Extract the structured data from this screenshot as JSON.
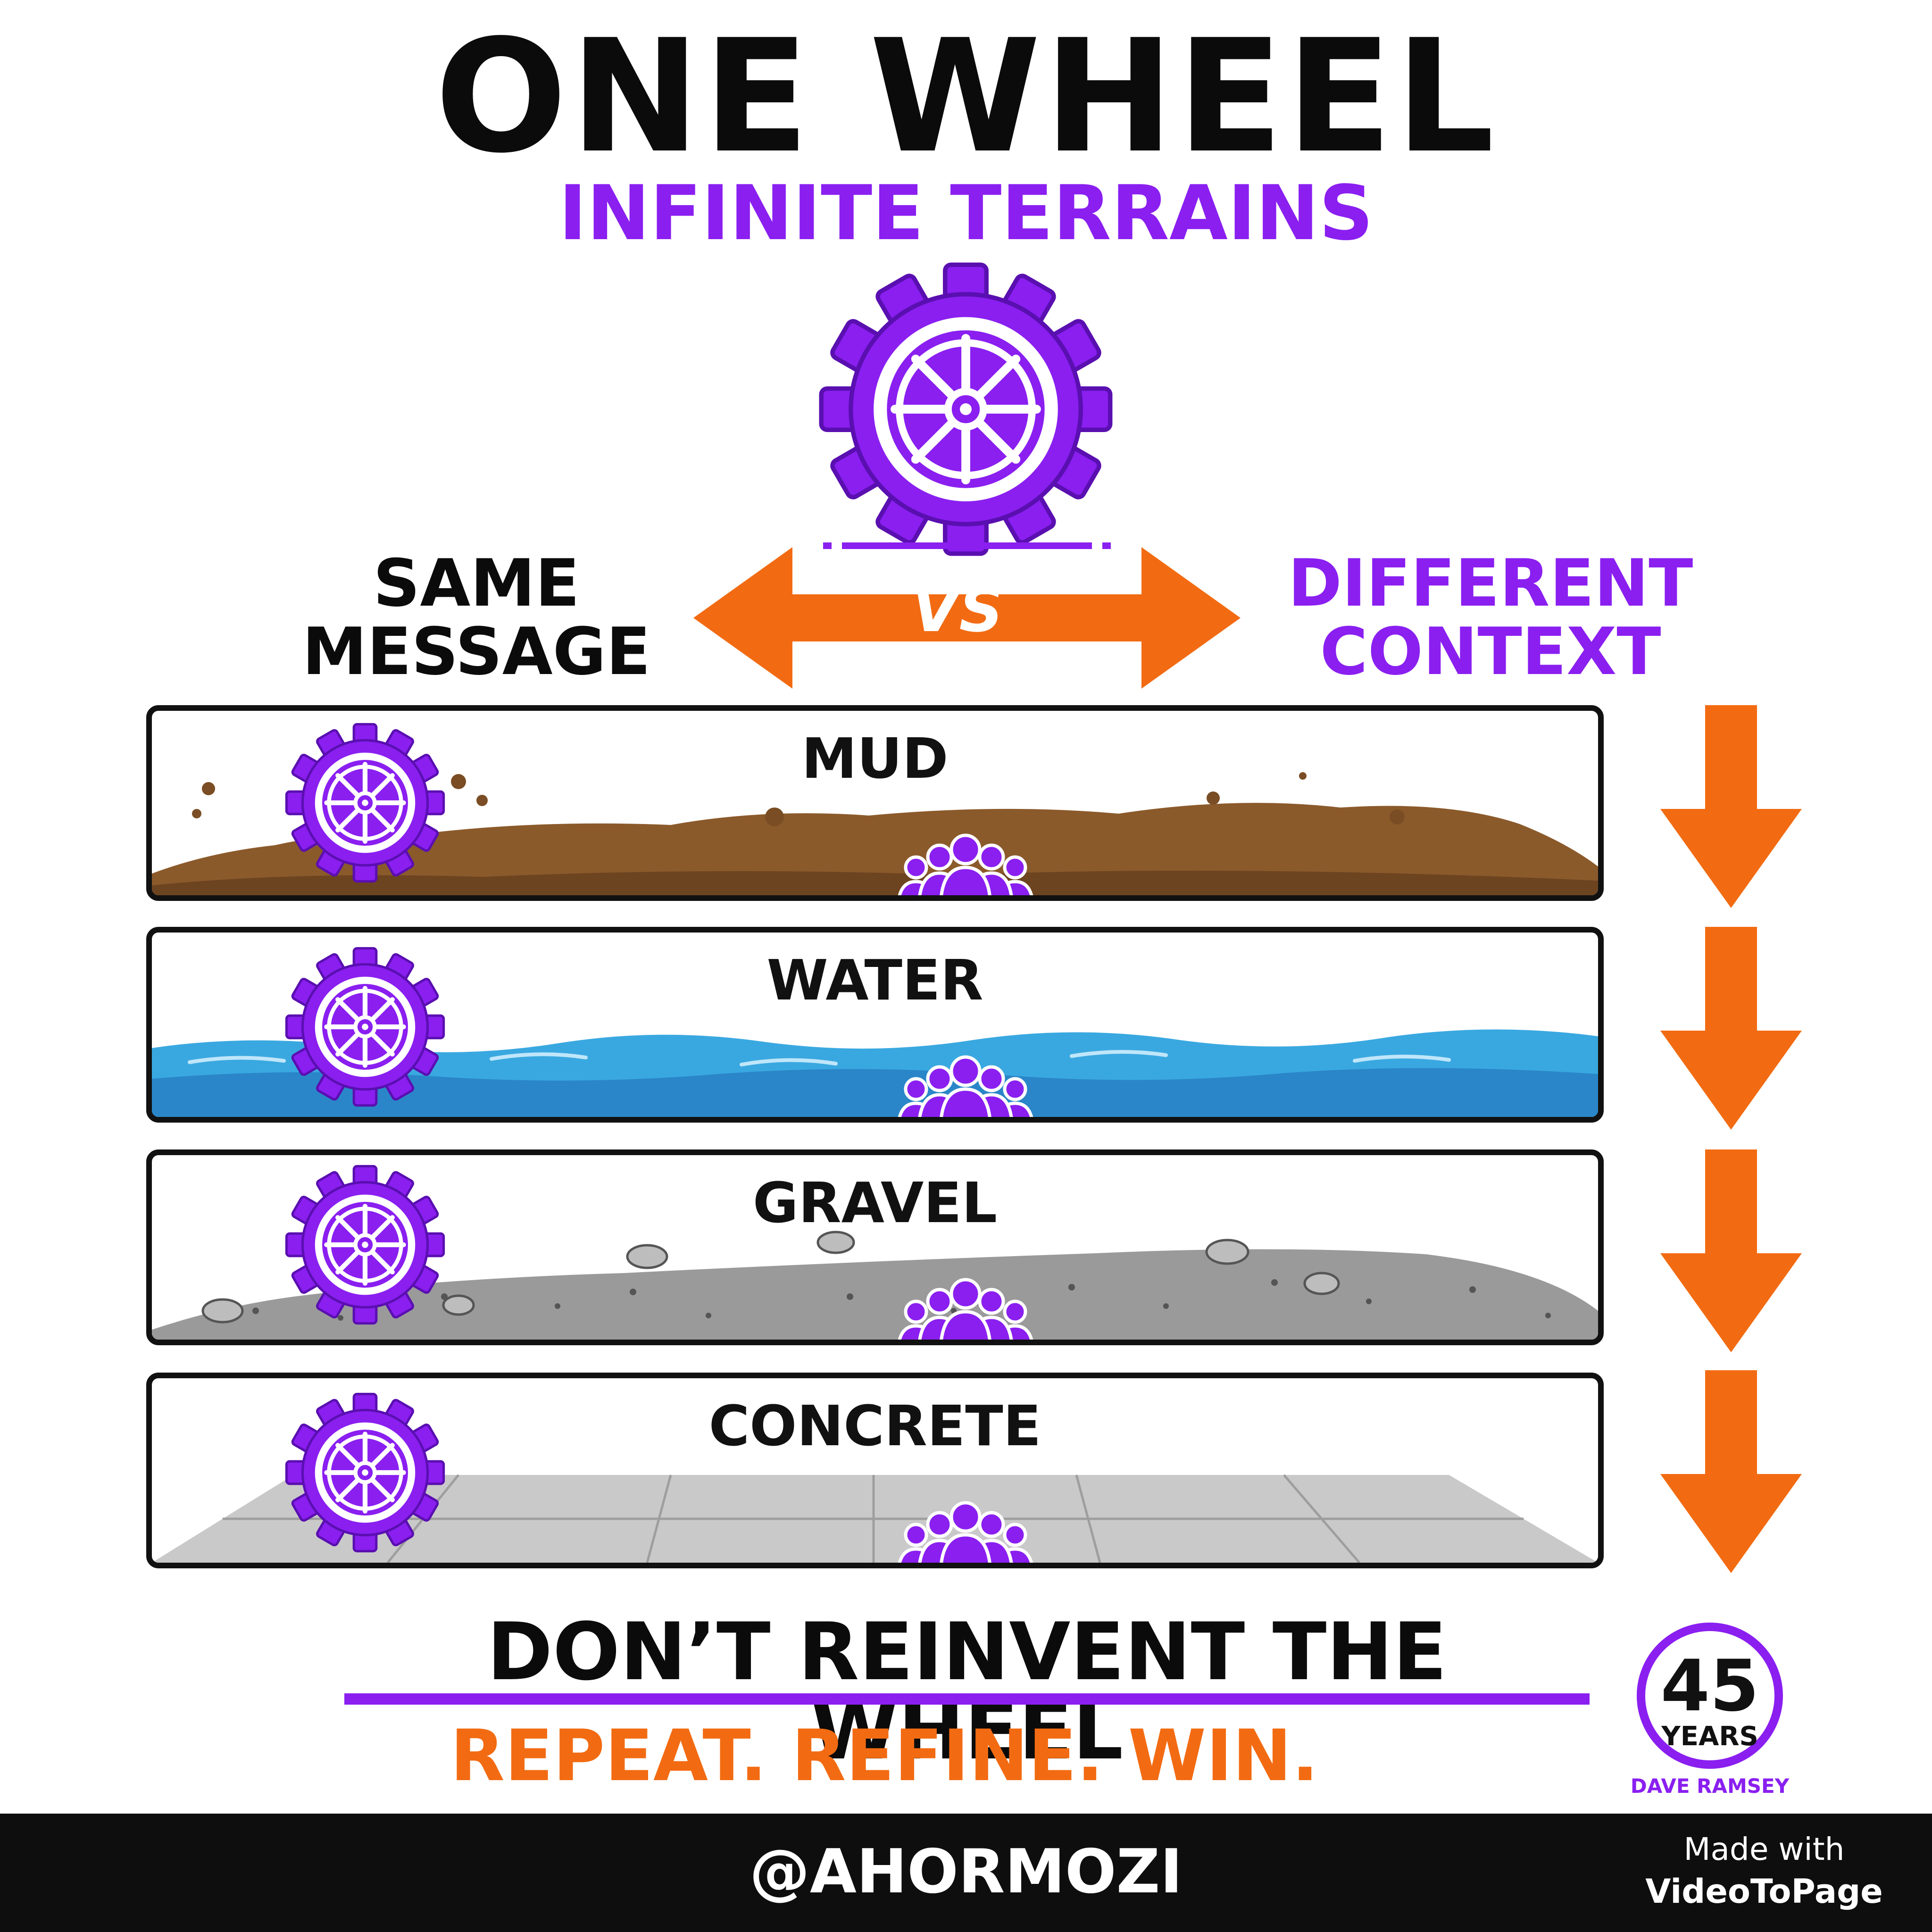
{
  "header": {
    "title": "ONE WHEEL",
    "subtitle": "INFINITE TERRAINS"
  },
  "comparison": {
    "left_label": "SAME MESSAGE",
    "right_label": "DIFFERENT CONTEXT",
    "vs_label": "VS"
  },
  "terrains": [
    {
      "label": "MUD"
    },
    {
      "label": "WATER"
    },
    {
      "label": "GRAVEL"
    },
    {
      "label": "CONCRETE"
    }
  ],
  "footer_message": {
    "tagline": "DON’T REINVENT THE WHEEL",
    "call_to_action": "REPEAT. REFINE. WIN."
  },
  "badge": {
    "number": "45",
    "unit": "YEARS",
    "caption": "DAVE RAMSEY"
  },
  "footer": {
    "handle": "@AHORMOZI",
    "made_with": "Made with",
    "made_with_brand": "VideoToPage"
  },
  "colors": {
    "purple": "#8a1ff0",
    "orange": "#f26b12",
    "mud": "#8b5a2b",
    "water": "#3aa8e0",
    "gravel": "#9a9a9a",
    "concrete": "#c9c9c9"
  },
  "icons": {
    "wheel": "gear-wheel-icon",
    "audience": "people-group-icon",
    "arrow": "arrow-down-icon"
  }
}
